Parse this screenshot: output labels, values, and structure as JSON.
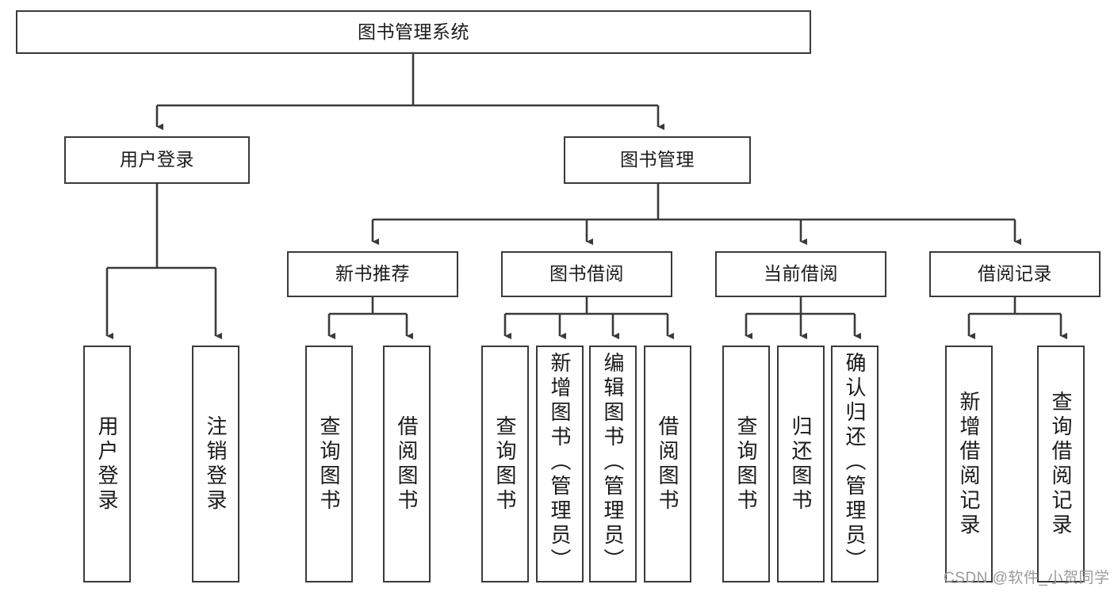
{
  "diagram": {
    "type": "tree-hierarchy",
    "title": "图书管理系统",
    "watermark": "CSDN @软件_小贺同学",
    "stroke_color": "#3a3a3a",
    "fill_color": "#ffffff",
    "text_color": "#1a1a1a",
    "nodes": {
      "root": {
        "label": "图书管理系统",
        "level": 1
      },
      "l2": [
        {
          "label": "用户登录",
          "level": 2
        },
        {
          "label": "图书管理",
          "level": 2
        }
      ],
      "l3": [
        {
          "label": "新书推荐",
          "level": 3
        },
        {
          "label": "图书借阅",
          "level": 3
        },
        {
          "label": "当前借阅",
          "level": 3
        },
        {
          "label": "借阅记录",
          "level": 3
        }
      ],
      "leaves": [
        {
          "label": "用户登录",
          "parent": "用户登录",
          "tall": false
        },
        {
          "label": "注销登录",
          "parent": "用户登录",
          "tall": false
        },
        {
          "label": "查询图书",
          "parent": "新书推荐",
          "tall": false
        },
        {
          "label": "借阅图书",
          "parent": "新书推荐",
          "tall": false
        },
        {
          "label": "查询图书",
          "parent": "图书借阅",
          "tall": false
        },
        {
          "label": "新增图书（管理员）",
          "parent": "图书借阅",
          "tall": true
        },
        {
          "label": "编辑图书（管理员）",
          "parent": "图书借阅",
          "tall": true
        },
        {
          "label": "借阅图书",
          "parent": "图书借阅",
          "tall": false
        },
        {
          "label": "查询图书",
          "parent": "当前借阅",
          "tall": false
        },
        {
          "label": "归还图书",
          "parent": "当前借阅",
          "tall": false
        },
        {
          "label": "确认归还（管理员）",
          "parent": "当前借阅",
          "tall": true
        },
        {
          "label": "新增借阅记录",
          "parent": "借阅记录",
          "tall": false
        },
        {
          "label": "查询借阅记录",
          "parent": "借阅记录",
          "tall": false
        }
      ]
    }
  }
}
